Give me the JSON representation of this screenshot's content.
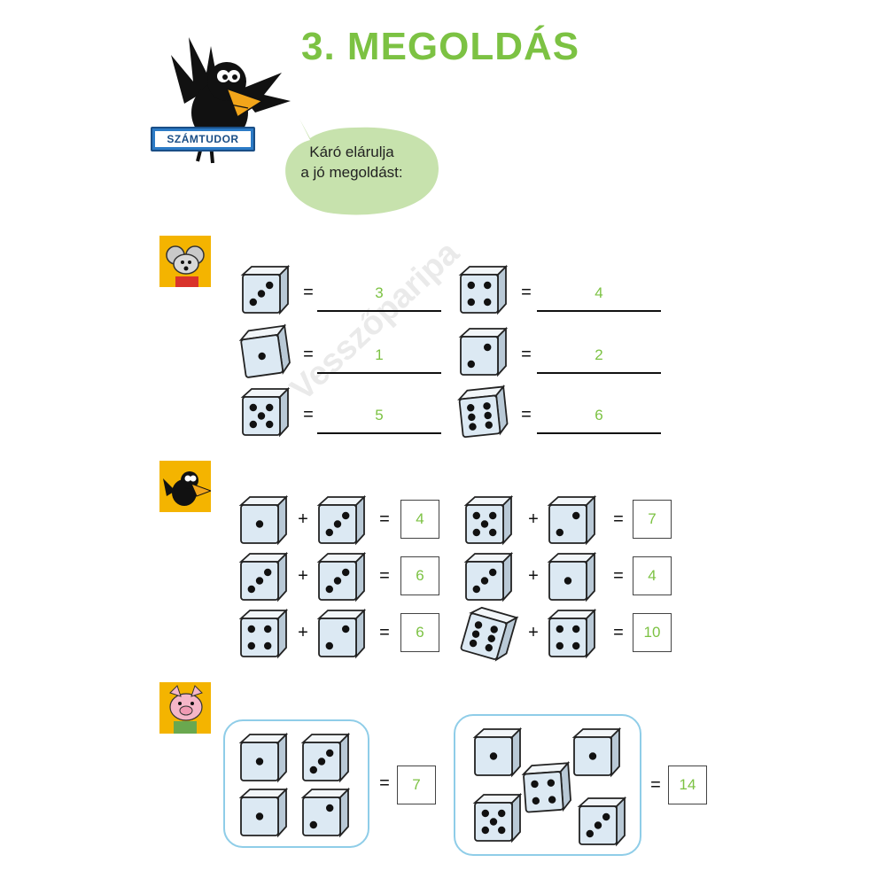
{
  "page": {
    "title": "3. MEGOLDÁS",
    "sign_text": "SZÁMTUDOR",
    "bubble_text_line1": "Káró elárulja",
    "bubble_text_line2": "a jó megoldást:",
    "watermark": "Vesszőparipa"
  },
  "colors": {
    "title": "#7cc243",
    "answer": "#7cc243",
    "bubble": "#c7e2ad",
    "frame": "#8fcde8",
    "die_face": "#dce9f3"
  },
  "section_icons": [
    "mouse-icon",
    "crow-icon",
    "pig-icon"
  ],
  "section1": {
    "rows": [
      {
        "left_pips": 3,
        "left_answer": "3",
        "right_pips": 4,
        "right_answer": "4"
      },
      {
        "left_pips": 1,
        "left_answer": "1",
        "right_pips": 2,
        "right_answer": "2"
      },
      {
        "left_pips": 5,
        "left_answer": "5",
        "right_pips": 6,
        "right_answer": "6"
      }
    ],
    "equals": "="
  },
  "section2": {
    "plus": "+",
    "equals": "=",
    "rows": [
      {
        "l1": 1,
        "l2": 3,
        "l_answer": "4",
        "r1": 5,
        "r2": 2,
        "r_answer": "7"
      },
      {
        "l1": 3,
        "l2": 3,
        "l_answer": "6",
        "r1": 3,
        "r2": 1,
        "r_answer": "4"
      },
      {
        "l1": 4,
        "l2": 2,
        "l_answer": "6",
        "r1": 6,
        "r2": 4,
        "r_answer": "10"
      }
    ]
  },
  "section3": {
    "equals": "=",
    "group1_pips": [
      1,
      3,
      1,
      2
    ],
    "group1_answer": "7",
    "group2_pips": [
      1,
      1,
      4,
      5,
      3
    ],
    "group2_answer": "14"
  }
}
